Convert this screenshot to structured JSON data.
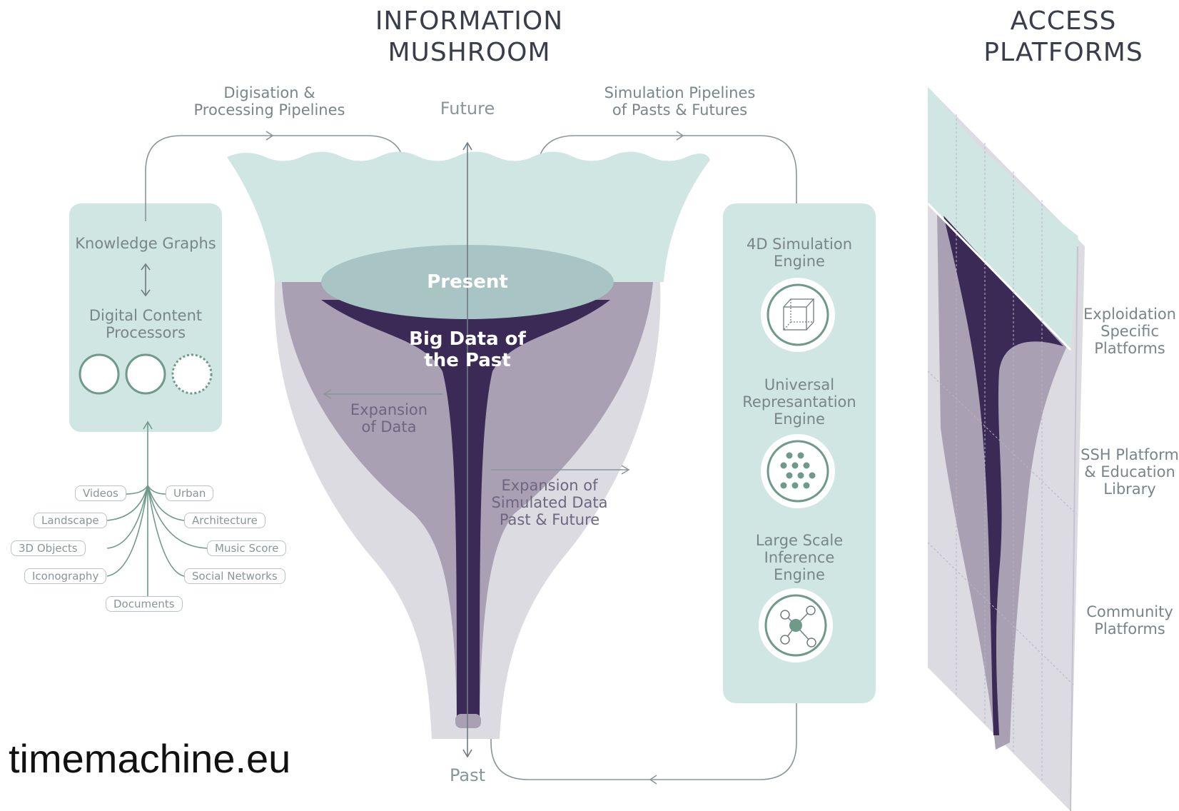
{
  "headings": {
    "information_mushroom": [
      "INFORMATION",
      "MUSHROOM"
    ],
    "access_platforms": [
      "ACCESS",
      "PLATFORMS"
    ]
  },
  "pipelines": {
    "digitisation": [
      "Digisation &",
      "Processing Pipelines"
    ],
    "simulation": [
      "Simulation Pipelines",
      "of Pasts & Futures"
    ]
  },
  "axis": {
    "top": "Future",
    "bottom": "Past"
  },
  "mushroom": {
    "present": "Present",
    "big_data": [
      "Big Data of",
      "the Past"
    ],
    "expansion_data": [
      "Expansion",
      "of Data"
    ],
    "expansion_simulated": [
      "Expansion of",
      "Simulated Data",
      "Past & Future"
    ]
  },
  "left_panel": {
    "knowledge_graphs": "Knowledge Graphs",
    "digital_content_processors": [
      "Digital Content",
      "Processors"
    ]
  },
  "sources": {
    "left": [
      "Videos",
      "Landscape",
      "3D Objects",
      "Iconography"
    ],
    "right": [
      "Urban",
      "Architecture",
      "Music Score",
      "Social Networks"
    ],
    "center": "Documents"
  },
  "engines": [
    {
      "title": [
        "4D Simulation",
        "Engine"
      ],
      "icon": "cube-icon"
    },
    {
      "title": [
        "Universal",
        "Represantation",
        "Engine"
      ],
      "icon": "dot-grid-icon"
    },
    {
      "title": [
        "Large Scale",
        "Inference",
        "Engine"
      ],
      "icon": "network-graph-icon"
    }
  ],
  "platforms": [
    [
      "Exploidation",
      "Specific",
      "Platforms"
    ],
    [
      "SSH Platform",
      "& Education",
      "Library"
    ],
    [
      "Community",
      "Platforms"
    ]
  ],
  "footer": "timemachine.eu",
  "colors": {
    "mint": "#cfe6e2",
    "mint_dark": "#b9d8d3",
    "grey_green": "#a9c4c4",
    "lavender": "#a9a0b3",
    "lavender_light": "#dcdbe2",
    "deep_purple": "#3a2a55",
    "green_line": "#6f9a8a",
    "heading": "#3a3d4a"
  }
}
